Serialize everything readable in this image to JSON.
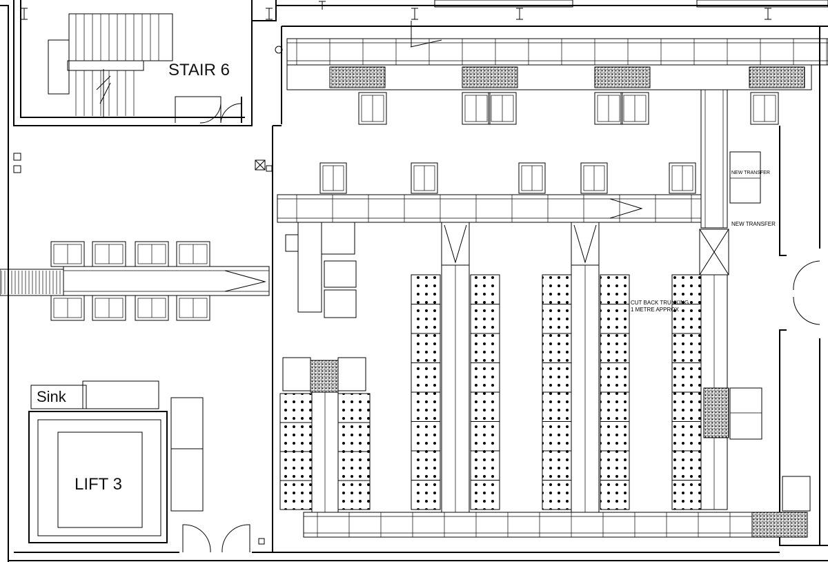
{
  "rooms": {
    "stair": "STAIR 6",
    "sink": "Sink",
    "lift": "LIFT 3"
  },
  "notes": {
    "new_transfer_top": "NEW TRANSFER",
    "new_transfer": "NEW TRANSFER",
    "cut_back_line1": "CUT BACK TRUNKING",
    "cut_back_line2": "1 METRE APPROX"
  }
}
